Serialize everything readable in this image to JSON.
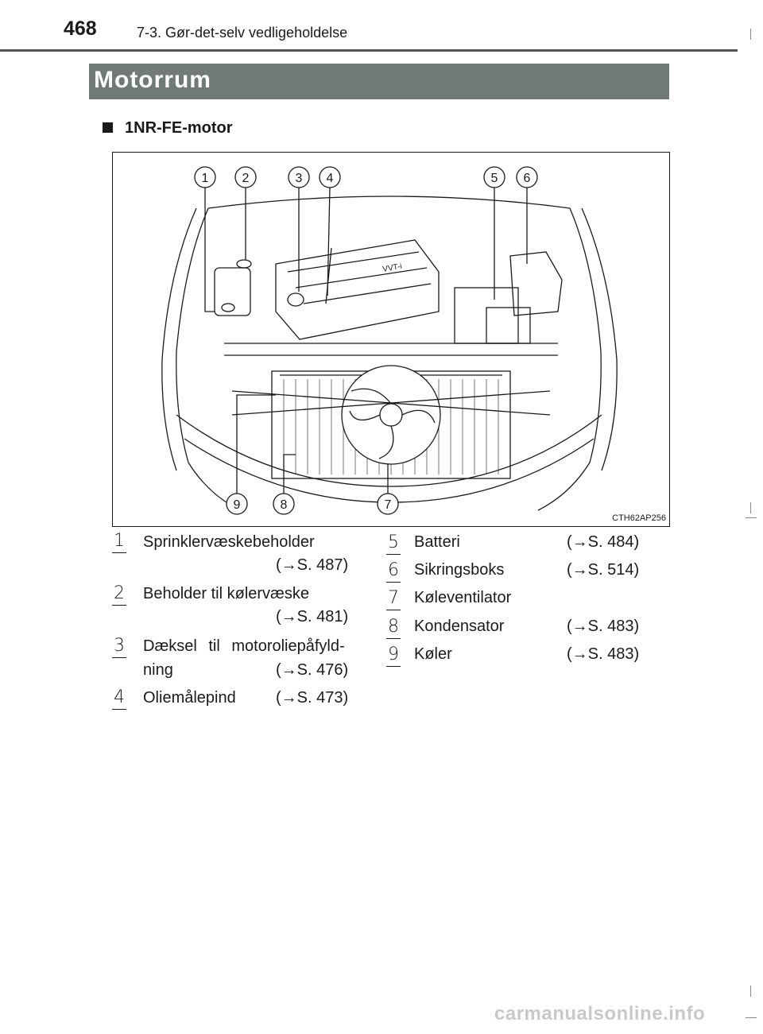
{
  "header": {
    "page_number": "468",
    "chapter": "7-3. Gør-det-selv vedligeholdelse"
  },
  "section": {
    "title": "Motorrum",
    "subheading": "1NR-FE-motor"
  },
  "figure": {
    "code": "CTH62AP256",
    "callouts_top": [
      "1",
      "2",
      "3",
      "4",
      "5",
      "6"
    ],
    "callouts_bottom": [
      "9",
      "8",
      "7"
    ]
  },
  "legend": {
    "left": [
      {
        "num": "1",
        "label": "Sprinklervæskebeholder",
        "ref": "(→S. 487)"
      },
      {
        "num": "2",
        "label": "Beholder til kølervæske",
        "ref": "(→S. 481)"
      },
      {
        "num": "3",
        "label": "Dæksel til motoroliepåfyld-",
        "label2": "ning",
        "ref": "(→S. 476)"
      },
      {
        "num": "4",
        "label": "Oliemålepind",
        "ref": "(→S. 473)"
      }
    ],
    "right": [
      {
        "num": "5",
        "label": "Batteri",
        "ref": "(→S. 484)"
      },
      {
        "num": "6",
        "label": "Sikringsboks",
        "ref": "(→S. 514)"
      },
      {
        "num": "7",
        "label": "Køleventilator",
        "ref": ""
      },
      {
        "num": "8",
        "label": "Kondensator",
        "ref": "(→S. 483)"
      },
      {
        "num": "9",
        "label": "Køler",
        "ref": "(→S. 483)"
      }
    ]
  },
  "footer": {
    "watermark": "carmanualsonline.info"
  }
}
